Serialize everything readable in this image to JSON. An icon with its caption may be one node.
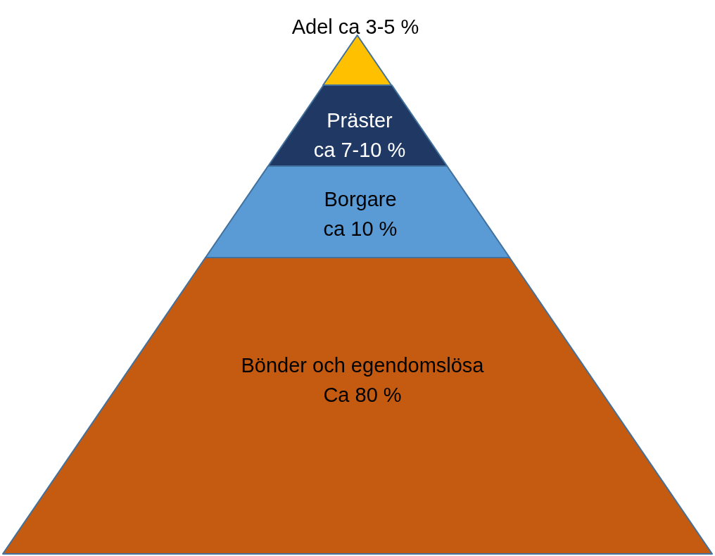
{
  "diagram": {
    "nodes": [
      {
        "text": [
          "Adel ca 3-5 %"
        ]
      },
      {
        "text": [
          "Präster",
          "ca 7-10 %"
        ]
      },
      {
        "text": [
          "Borgare",
          "ca 10 %"
        ]
      },
      {
        "text": [
          "Bönder och egendomslösa",
          "Ca 80 %"
        ]
      }
    ]
  }
}
